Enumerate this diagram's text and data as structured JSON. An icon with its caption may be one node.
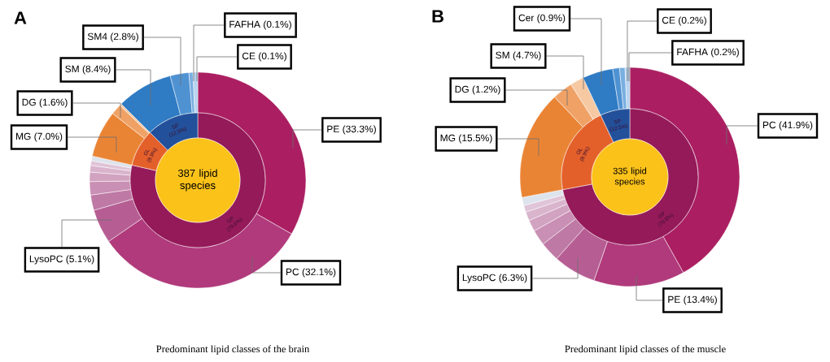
{
  "diagram": {
    "nodes": [
      {
        "text": [
          "387 lipid species"
        ]
      },
      {
        "text": [
          "SM4 (2.8%)"
        ]
      },
      {
        "text": [
          "FAFHA (0.1%)"
        ]
      },
      {
        "text": [
          "SM (8.4%)"
        ]
      },
      {
        "text": [
          "CE (0.1%)"
        ]
      },
      {
        "text": [
          "DG (1.6%)"
        ]
      },
      {
        "text": [
          "MG (7.0%)"
        ]
      },
      {
        "text": [
          "PE (33.3%)"
        ]
      },
      {
        "text": [
          "LysoPC (5.1%)"
        ]
      },
      {
        "text": [
          "PC (32.1%)"
        ]
      },
      {
        "text": [
          "335 lipid species"
        ]
      },
      {
        "text": [
          "Cer (0.9%)"
        ]
      },
      {
        "text": [
          "CE (0.2%)"
        ]
      },
      {
        "text": [
          "SM (4.7%)"
        ]
      },
      {
        "text": [
          "FAFHA (0.2%)"
        ]
      },
      {
        "text": [
          "DG (1.2%)"
        ]
      },
      {
        "text": [
          "MG (15.5%)"
        ]
      },
      {
        "text": [
          "PC (41.9%)"
        ]
      },
      {
        "text": [
          "LysoPC (6.3%)"
        ]
      },
      {
        "text": [
          "PE (13.4%)"
        ]
      }
    ],
    "edges": [
      {
        "from": 1,
        "to": null,
        "arrow": "none"
      },
      {
        "from": 2,
        "to": null,
        "arrow": "none"
      },
      {
        "from": 3,
        "to": null,
        "arrow": "none"
      },
      {
        "from": 4,
        "to": null,
        "arrow": "none"
      },
      {
        "from": 5,
        "to": null,
        "arrow": "none"
      },
      {
        "from": 6,
        "to": null,
        "arrow": "none"
      },
      {
        "from": 7,
        "to": null,
        "arrow": "none"
      },
      {
        "from": 8,
        "to": null,
        "arrow": "none"
      },
      {
        "from": 9,
        "to": null,
        "arrow": "none"
      },
      {
        "from": 11,
        "to": null,
        "arrow": "none"
      },
      {
        "from": 12,
        "to": null,
        "arrow": "none"
      },
      {
        "from": 13,
        "to": null,
        "arrow": "none"
      },
      {
        "from": 14,
        "to": null,
        "arrow": "none"
      },
      {
        "from": 15,
        "to": null,
        "arrow": "none"
      },
      {
        "from": 16,
        "to": null,
        "arrow": "none"
      },
      {
        "from": 17,
        "to": null,
        "arrow": "none"
      },
      {
        "from": 18,
        "to": null,
        "arrow": "none"
      },
      {
        "from": 19,
        "to": null,
        "arrow": "none"
      }
    ],
    "labels": [
      "A",
      "SP (12.5%)",
      "GL (8.9%)",
      "GP (78.6%)",
      "Predominant lipid classes of the brain",
      "B",
      "SP (12.5%)",
      "GL (8.9%)",
      "GP (78.6%)",
      "Predominant lipid classes of the muscle"
    ]
  }
}
